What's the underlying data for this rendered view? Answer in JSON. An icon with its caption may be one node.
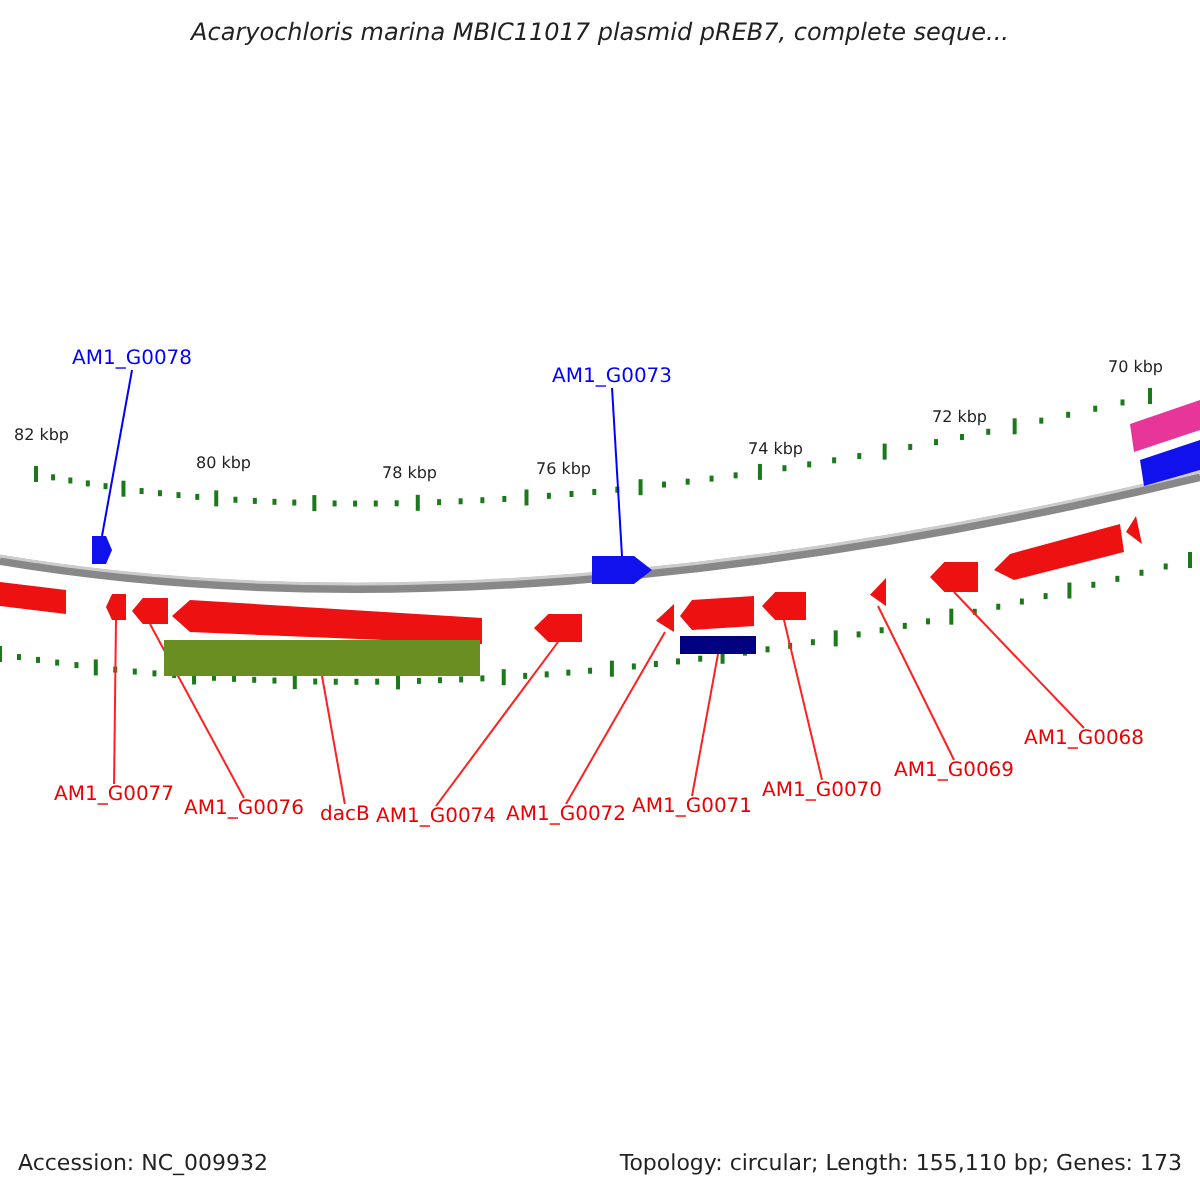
{
  "diagram": {
    "title": "Acaryochloris marina MBIC11017 plasmid pREB7, complete seque...",
    "nodes": [
      {
        "text": [
          "AM1_G0078"
        ]
      },
      {
        "text": [
          "AM1_G0073"
        ]
      },
      {
        "text": [],
        "shape": "arrow"
      },
      {
        "text": [],
        "shape": "arrow"
      },
      {
        "text": [],
        "shape": "arrow"
      },
      {
        "text": [],
        "shape": "arrow"
      },
      {
        "text": [],
        "shape": "bar"
      },
      {
        "text": [],
        "shape": "arrow"
      },
      {
        "text": [],
        "shape": "arrow"
      },
      {
        "text": [],
        "shape": "bar"
      },
      {
        "text": [],
        "shape": "arrow"
      },
      {
        "text": [],
        "shape": "arrow"
      },
      {
        "text": [],
        "shape": "arrow"
      },
      {
        "text": [
          "AM1_G0077"
        ]
      },
      {
        "text": [
          "AM1_G0076"
        ]
      },
      {
        "text": [
          "dacB"
        ]
      },
      {
        "text": [
          "AM1_G0074"
        ]
      },
      {
        "text": [
          "AM1_G0072"
        ]
      },
      {
        "text": [
          "AM1_G0071"
        ]
      },
      {
        "text": [
          "AM1_G0070"
        ]
      },
      {
        "text": [
          "AM1_G0069"
        ]
      },
      {
        "text": [
          "AM1_G0068"
        ]
      }
    ],
    "edges": [
      {
        "from": 0,
        "to": 2,
        "arrow": "none",
        "color": "#0000ff"
      },
      {
        "from": 1,
        "to": 3,
        "arrow": "none",
        "color": "#0000ff"
      },
      {
        "from": 13,
        "to": 4,
        "arrow": "none"
      },
      {
        "from": 14,
        "to": 5,
        "arrow": "none"
      },
      {
        "from": 15,
        "to": 6,
        "arrow": "none"
      },
      {
        "from": 16,
        "to": 7,
        "arrow": "none"
      },
      {
        "from": 17,
        "to": 8,
        "arrow": "none"
      },
      {
        "from": 18,
        "to": 9,
        "arrow": "none"
      },
      {
        "from": 19,
        "to": 10,
        "arrow": "none"
      },
      {
        "from": 20,
        "to": 11,
        "arrow": "none"
      },
      {
        "from": 21,
        "to": 12,
        "arrow": "none"
      }
    ],
    "labels": [
      "82 kbp",
      "80 kbp",
      "78 kbp",
      "76 kbp",
      "74 kbp",
      "72 kbp",
      "70 kbp",
      "Accession: NC_009932",
      "Topology: circular; Length: 155,110 bp; Genes: 173"
    ]
  }
}
